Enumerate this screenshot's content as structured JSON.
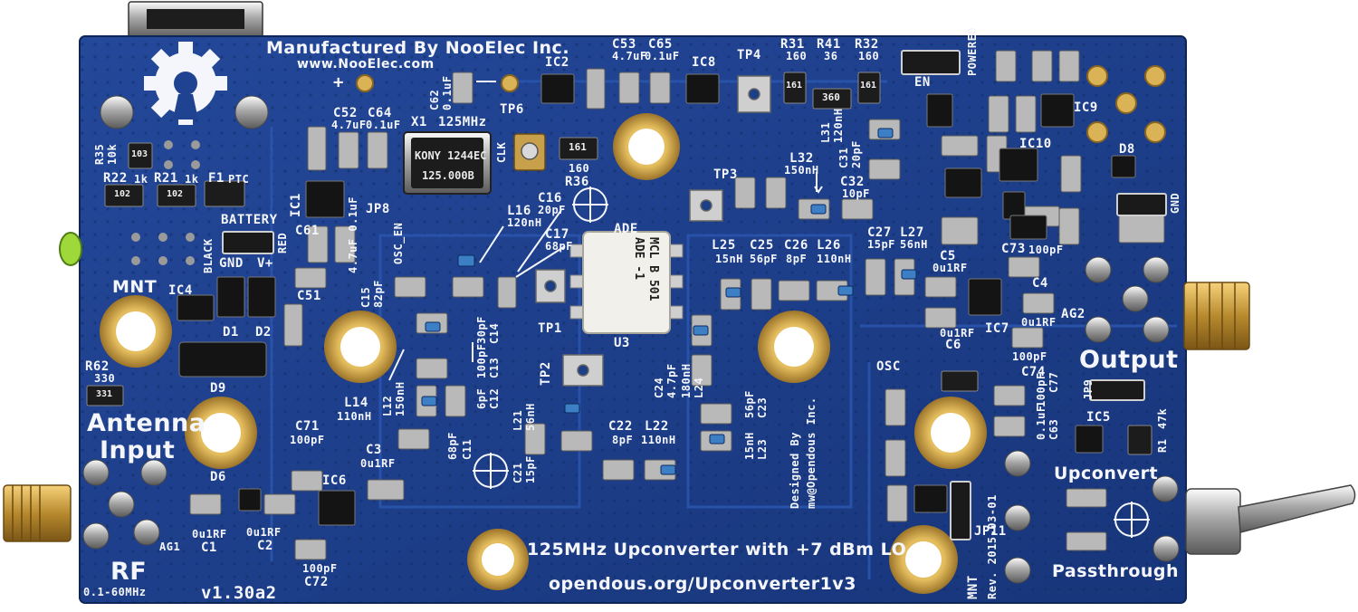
{
  "board": {
    "manufacturer": "Manufactured By NooElec Inc.",
    "website": "www.NooElec.com",
    "title": "125MHz Upconverter with +7 dBm LO",
    "url": "opendous.org/Upconverter1v3",
    "version": "v1.30a2",
    "revision": "Rev. 2015-03-01",
    "designer_line1": "Designed By",
    "designer_line2": "mw@Opendous Inc."
  },
  "labels": {
    "antenna_input_1": "Antenna",
    "antenna_input_2": "Input",
    "rf": "RF",
    "rf_range": "0.1-60MHz",
    "output": "Output",
    "upconvert": "Upconvert",
    "passthrough": "Passthrough",
    "mnt_left": "MNT",
    "mnt_right": "MNT",
    "battery": "BATTERY",
    "black": "BLACK",
    "red": "RED",
    "gnd": "GND",
    "vplus": "V+",
    "en": "EN",
    "osc": "OSC",
    "osc_en": "OSC_EN",
    "plus": "+",
    "gnd_small": "GND",
    "clk": "CLK",
    "ade": "ADE",
    "powered": "POWERED"
  },
  "parts": {
    "c53": "C53",
    "c53_val": "4.7uF",
    "c65": "C65",
    "c65_val": "0.1uF",
    "ic2": "IC2",
    "ic8": "IC8",
    "tp4": "TP4",
    "tp6": "TP6",
    "tp3": "TP3",
    "tp1": "TP1",
    "tp2": "TP2",
    "r31": "R31",
    "r31_val": "160",
    "r41": "R41",
    "r41_val": "36",
    "r32": "R32",
    "r32_val": "160",
    "c62": "C62",
    "c62_val": "0.1uF",
    "c52": "C52",
    "c52_val": "4.7uF",
    "c64": "C64",
    "c64_val": "0.1uF",
    "x1": "X1",
    "x1_val": "125MHz",
    "r36": "R36",
    "r36_val": "160",
    "r35": "R35",
    "r35_val": "10k",
    "r22": "R22",
    "r22_val": "1k",
    "r21": "R21",
    "r21_val": "1k",
    "f1": "F1",
    "f1_val": "PTC",
    "ic1": "IC1",
    "jp8": "JP8",
    "c61": "C61",
    "c61_val": "4.7uF 0.1uF",
    "c51": "C51",
    "ic4": "IC4",
    "d1": "D1",
    "d2": "D2",
    "d9": "D9",
    "r62": "R62",
    "r62_val": "330",
    "c15": "C15",
    "c15_val": "82pF",
    "l16": "L16",
    "l16_val": "120nH",
    "c16": "C16",
    "c16_val": "20pF",
    "c17": "C17",
    "c17_val": "68pF",
    "l25": "L25",
    "l25_val": "15nH",
    "c25": "C25",
    "c25_val": "56pF",
    "c26": "C26",
    "c26_val": "8pF",
    "l26": "L26",
    "l26_val": "110nH",
    "c27": "C27",
    "c27_val": "15pF",
    "l27": "L27",
    "l27_val": "56nH",
    "l32": "L32",
    "l32_val": "150nH",
    "c32": "C32",
    "c32_val": "10pF",
    "l31": "L31",
    "l31_val": "120nH",
    "c31": "C31",
    "c31_val": "20pF",
    "c5": "C5",
    "c5_val": "0u1RF",
    "c73": "C73",
    "c73_val": "100pF",
    "ic7": "IC7",
    "c4": "C4",
    "c4_val": "0u1RF",
    "c6": "C6",
    "c6_val": "0u1RF",
    "ag2": "AG2",
    "c74": "C74",
    "c74_val": "100pF",
    "ic9": "IC9",
    "ic10": "IC10",
    "d8": "D8",
    "u3": "U3",
    "u3_line1": "MCL B 501",
    "u3_line2": "ADE -1",
    "l24": "L24",
    "l24_val": "180nH",
    "c24": "C24",
    "c24_val": "4.7pF",
    "c12": "C12",
    "c12_val": "6pF",
    "c13": "C13",
    "c13_val": "100pF",
    "c14": "C14",
    "c14_val": "30pF",
    "l21": "L21",
    "l21_val": "56nH",
    "c21": "C21",
    "c21_val": "15pF",
    "l14": "L14",
    "l14_val": "110nH",
    "l12": "L12",
    "l12_val": "150nH",
    "c11": "C11",
    "c11_val": "68pF",
    "c22": "C22",
    "c22_val": "8pF",
    "l22": "L22",
    "l22_val": "110nH",
    "l23": "L23",
    "l23_val": "15nH",
    "c23": "C23",
    "c23_val": "56pF",
    "c71": "C71",
    "c71_val": "100pF",
    "c3": "C3",
    "c3_val": "0u1RF",
    "d6": "D6",
    "ic6": "IC6",
    "ag1": "AG1",
    "c1": "C1",
    "c1_val": "0u1RF",
    "c2": "C2",
    "c2_val": "0u1RF",
    "c72": "C72",
    "c72_val": "100pF",
    "jp9": "JP9",
    "ic5": "IC5",
    "r1": "R1",
    "r1_val": "47k",
    "c63": "C63",
    "c63_val": "0.1uF",
    "c77": "C77",
    "c77_val": "100pF",
    "jp11": "JP11"
  },
  "chip_markings": {
    "x1_line1": "KONY 1244EC",
    "x1_line2": "125.000B",
    "r36": "161",
    "r41": "360",
    "r31": "161",
    "r32": "161",
    "r35": "103",
    "r22": "102",
    "r21": "102",
    "r62": "331"
  },
  "colors": {
    "board": "#1d3f86",
    "silkscreen": "#f4f6fb",
    "gold": "#d1a447",
    "background": "#ffffff"
  }
}
